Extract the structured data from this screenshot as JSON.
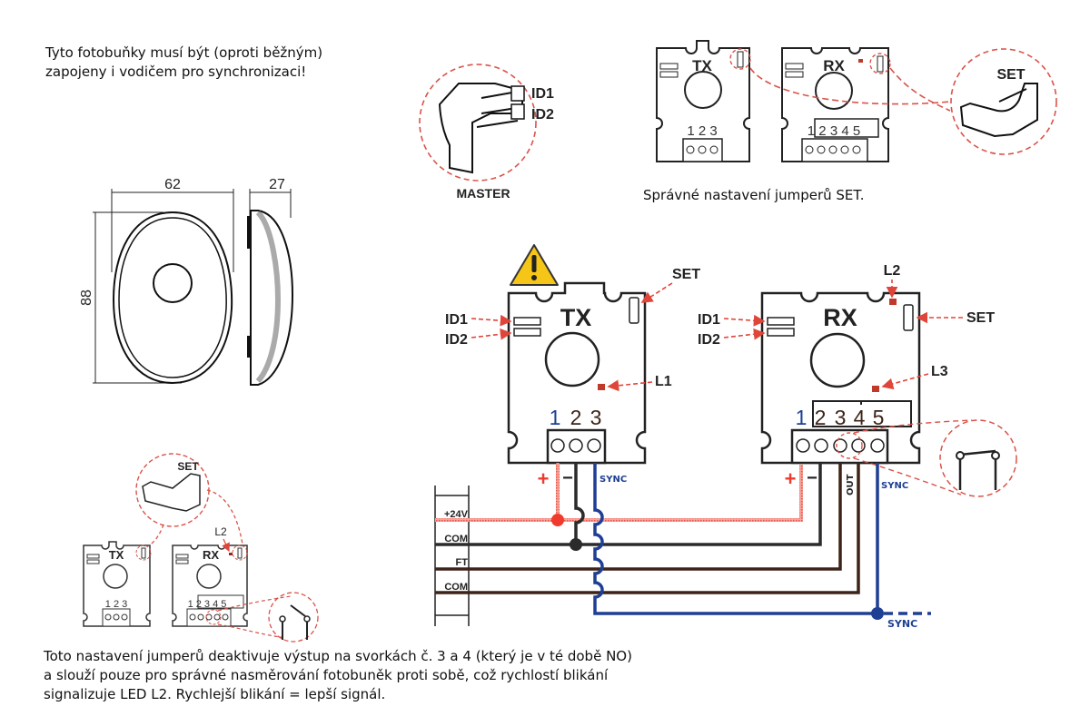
{
  "notes": {
    "top_line1": "Tyto fotobuňky musí být (oproti běžným)",
    "top_line2": "zapojeny i vodičem pro synchronizaci!",
    "set_caption": "Správné nastavení jumperů SET.",
    "bottom_line1": "Toto nastavení jumperů deaktivuje výstup na svorkách č. 3 a 4 (který je v té době NO)",
    "bottom_line2": "a slouží pouze pro správné nasměrování fotobuněk proti sobě, což rychlostí blikání",
    "bottom_line3": "signalizuje LED L2. Rychlejší blikání = lepší signál."
  },
  "dimensions": {
    "width": "62",
    "height": "88",
    "depth": "27"
  },
  "master_detail": {
    "id1": "ID1",
    "id2": "ID2",
    "caption": "MASTER"
  },
  "set_detail": {
    "label": "SET"
  },
  "tx": {
    "title": "TX",
    "terminals": [
      "1",
      "2",
      "3"
    ],
    "labels": {
      "id1": "ID1",
      "id2": "ID2",
      "set": "SET",
      "led": "L1"
    },
    "wire_plus": "+",
    "wire_minus": "−",
    "wire_sync": "SYNC"
  },
  "rx": {
    "title": "RX",
    "terminals": [
      "1",
      "2",
      "3",
      "4",
      "5"
    ],
    "labels": {
      "id1": "ID1",
      "id2": "ID2",
      "set": "SET",
      "led_top": "L2",
      "led": "L3"
    },
    "wire_plus": "+",
    "wire_minus": "−",
    "wire_out": "OUT",
    "wire_sync": "SYNC"
  },
  "bus": {
    "lines": [
      "+24V",
      "COM",
      "FT",
      "COM"
    ],
    "sync_label": "SYNC"
  },
  "mini": {
    "tx_title": "TX",
    "rx_title": "RX",
    "tx_terminals": "1 2 3",
    "rx_terminals": "1 2 3 4 5",
    "set_label": "SET",
    "led_label": "L2"
  },
  "colors": {
    "red_dash": "#d9534a",
    "plus_red": "#f05040",
    "com_black": "#2b2b2b",
    "ft_brown": "#3d2318",
    "sync_blue": "#1e3f94",
    "warning_yellow": "#f5c518"
  }
}
